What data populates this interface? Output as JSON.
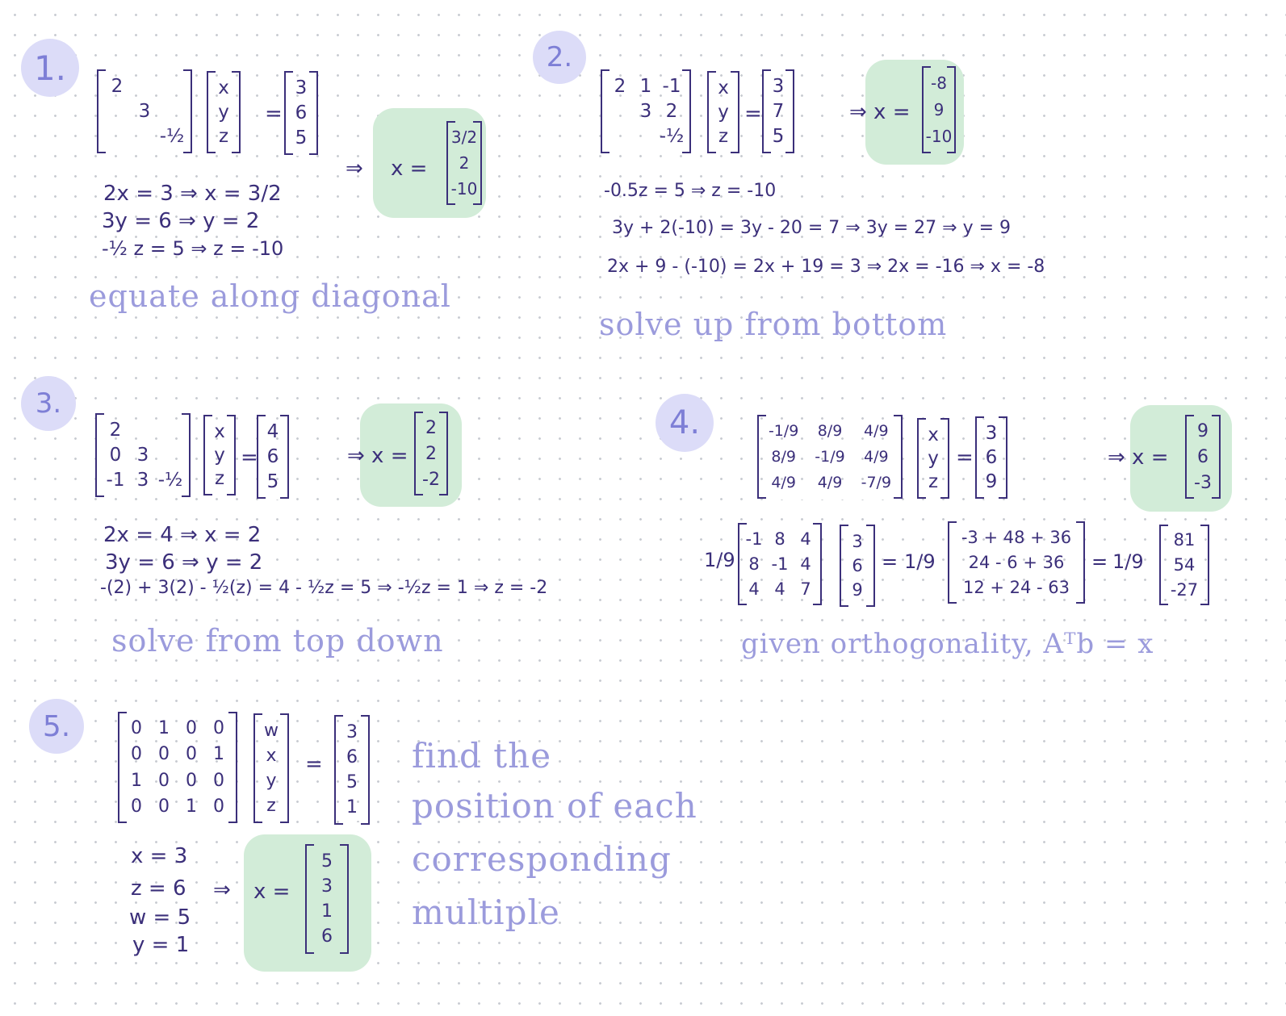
{
  "badges": [
    "1.",
    "2.",
    "3.",
    "4.",
    "5."
  ],
  "p1": {
    "A": [
      [
        "2",
        "",
        ""
      ],
      [
        "",
        "3",
        ""
      ],
      [
        "",
        "",
        "-½"
      ]
    ],
    "v": [
      "x",
      "y",
      "z"
    ],
    "b": [
      "3",
      "6",
      "5"
    ],
    "eq": "=",
    "steps": [
      "2x = 3 ⇒ x = 3/2",
      "3y = 6 ⇒ y = 2",
      "-½ z = 5 ⇒ z = -10"
    ],
    "arrow": "⇒",
    "x_label": "x =",
    "result": [
      "3/2",
      "2",
      "-10"
    ],
    "note": "equate along diagonal"
  },
  "p2": {
    "A": [
      [
        "2",
        "1",
        "-1"
      ],
      [
        "",
        "3",
        "2"
      ],
      [
        "",
        "",
        "-½"
      ]
    ],
    "v": [
      "x",
      "y",
      "z"
    ],
    "b": [
      "3",
      "7",
      "5"
    ],
    "eq": "=",
    "x_label": "⇒ x =",
    "result": [
      "-8",
      "9",
      "-10"
    ],
    "steps": [
      "-0.5z = 5    ⇒ z = -10",
      "3y + 2(-10) = 3y - 20 = 7 ⇒ 3y = 27 ⇒ y = 9",
      "2x + 9 - (-10) = 2x + 19 = 3 ⇒ 2x = -16 ⇒ x = -8"
    ],
    "note": "solve up from bottom"
  },
  "p3": {
    "A": [
      [
        "2",
        "",
        ""
      ],
      [
        "0",
        "3",
        ""
      ],
      [
        "-1",
        "3",
        "-½"
      ]
    ],
    "v": [
      "x",
      "y",
      "z"
    ],
    "b": [
      "4",
      "6",
      "5"
    ],
    "eq": "=",
    "x_label": "⇒ x =",
    "result": [
      "2",
      "2",
      "-2"
    ],
    "steps": [
      "2x = 4 ⇒ x = 2",
      "3y = 6 ⇒ y = 2",
      "-(2) + 3(2) - ½(z) = 4 - ½z = 5 ⇒ -½z = 1 ⇒ z = -2"
    ],
    "note": "solve from top down"
  },
  "p4": {
    "A": [
      [
        "-1/9",
        "8/9",
        "4/9"
      ],
      [
        "8/9",
        "-1/9",
        "4/9"
      ],
      [
        "4/9",
        "4/9",
        "-7/9"
      ]
    ],
    "v": [
      "x",
      "y",
      "z"
    ],
    "b": [
      "3",
      "6",
      "9"
    ],
    "eq": "=",
    "x_label": "⇒ x =",
    "result": [
      "9",
      "6",
      "-3"
    ],
    "scale": "1/9",
    "AT": [
      [
        "-1",
        "8",
        "4"
      ],
      [
        "8",
        "-1",
        "4"
      ],
      [
        "4",
        "4",
        "7"
      ]
    ],
    "b2": [
      "3",
      "6",
      "9"
    ],
    "eq2": "=",
    "scale2": "1/9",
    "sums": [
      "-3 + 48 + 36",
      "24 - 6 + 36",
      "12 + 24 - 63"
    ],
    "eq3": "=",
    "scale3": "1/9",
    "final": [
      "81",
      "54",
      "-27"
    ],
    "note": "given orthogonality, Aᵀb = x"
  },
  "p5": {
    "A": [
      [
        "0",
        "1",
        "0",
        "0"
      ],
      [
        "0",
        "0",
        "0",
        "1"
      ],
      [
        "1",
        "0",
        "0",
        "0"
      ],
      [
        "0",
        "0",
        "1",
        "0"
      ]
    ],
    "v": [
      "w",
      "x",
      "y",
      "z"
    ],
    "b": [
      "3",
      "6",
      "5",
      "1"
    ],
    "eq": "=",
    "steps": [
      "x = 3",
      "z = 6",
      "w = 5",
      "y = 1"
    ],
    "arrow": "⇒",
    "x_label": "x =",
    "result": [
      "5",
      "3",
      "1",
      "6"
    ],
    "note_lines": [
      "find the",
      "position of each",
      "corresponding",
      "multiple"
    ]
  }
}
